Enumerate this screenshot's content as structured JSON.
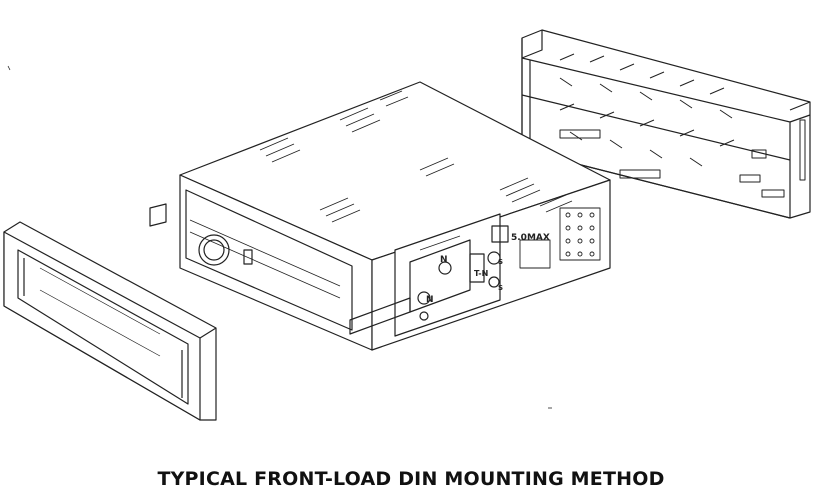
{
  "caption": "TYPICAL FRONT-LOAD DIN MOUNTING METHOD",
  "labels": {
    "max_screw": "5.0MAX",
    "n_upper": "N",
    "n_lower": "N",
    "t_n": "T-N",
    "s_upper": "S",
    "s_lower": "S"
  },
  "colors": {
    "line": "#222222",
    "fill": "#ffffff",
    "accent": "#e6e6e6"
  }
}
